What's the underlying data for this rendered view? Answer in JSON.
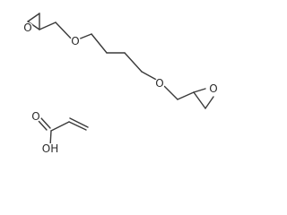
{
  "molecules": [
    {
      "atoms": [
        {
          "label": "O"
        },
        {
          "label": "O"
        },
        {
          "label": "O"
        },
        {
          "label": "O"
        }
      ]
    },
    {
      "atoms": [
        {
          "label": "O"
        },
        {
          "label": "OH"
        }
      ]
    }
  ]
}
